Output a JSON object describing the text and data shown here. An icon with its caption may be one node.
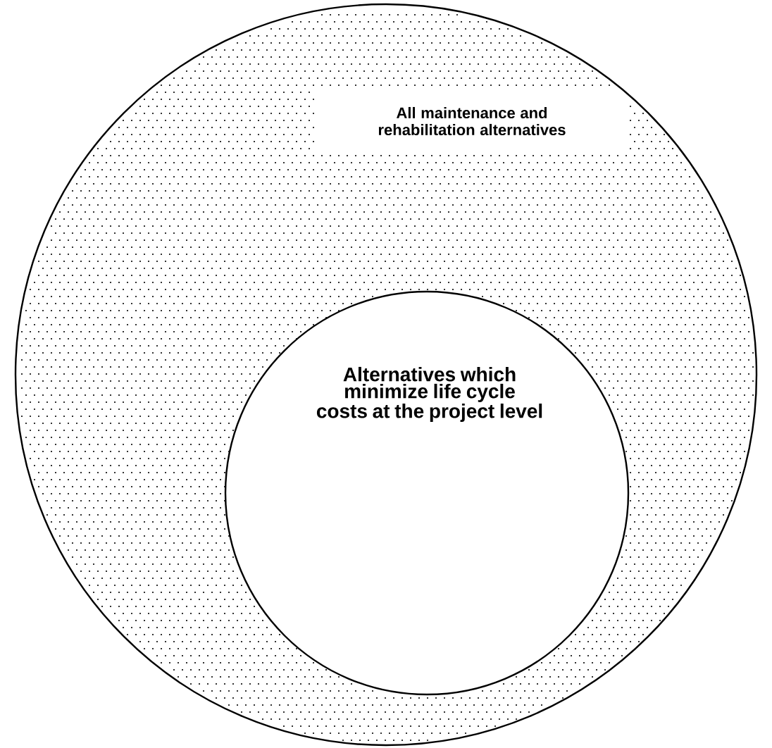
{
  "diagram": {
    "nodes": [
      {
        "text": [
          "All maintenance and rehabilitation alternatives"
        ]
      },
      {
        "text": [
          "Alternatives which minimize life cycle costs at the project level"
        ],
        "in": 0
      }
    ]
  }
}
